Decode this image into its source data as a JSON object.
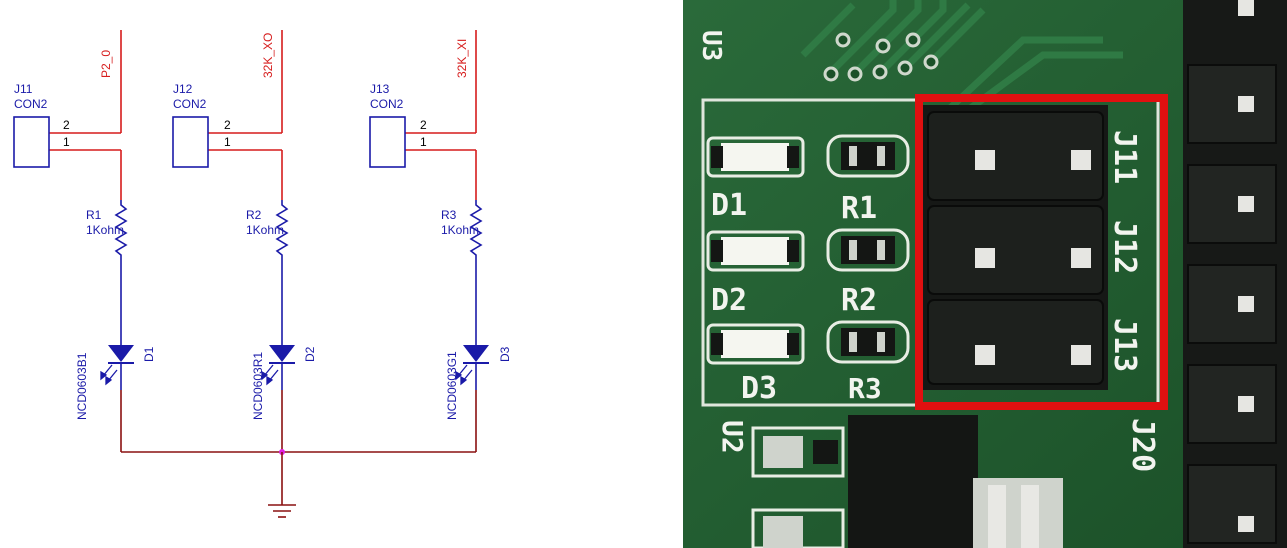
{
  "schematic": {
    "connectors": [
      {
        "ref": "J11",
        "type": "CON2",
        "net": "P2_0",
        "pin_top": "2",
        "pin_bottom": "1"
      },
      {
        "ref": "J12",
        "type": "CON2",
        "net": "32K_XO",
        "pin_top": "2",
        "pin_bottom": "1"
      },
      {
        "ref": "J13",
        "type": "CON2",
        "net": "32K_XI",
        "pin_top": "2",
        "pin_bottom": "1"
      }
    ],
    "resistors": [
      {
        "ref": "R1",
        "value": "1Kohm"
      },
      {
        "ref": "R2",
        "value": "1Kohm"
      },
      {
        "ref": "R3",
        "value": "1Kohm"
      }
    ],
    "leds": [
      {
        "ref": "D1",
        "part": "NCD0603B1"
      },
      {
        "ref": "D2",
        "part": "NCD0603R1"
      },
      {
        "ref": "D3",
        "part": "NCD0603G1"
      }
    ],
    "colors": {
      "component": "#1a1aa8",
      "wire": "#d61c1c",
      "ground_wire": "#8a1010",
      "junction": "#e020e0"
    }
  },
  "board": {
    "silkscreen": {
      "leds": [
        "D1",
        "D2",
        "D3"
      ],
      "resistors": [
        "R1",
        "R2",
        "R3"
      ],
      "jumpers": [
        "J11",
        "J12",
        "J13"
      ],
      "other": [
        "U2",
        "J20"
      ]
    },
    "colors": {
      "pcb": "#1f5a2e",
      "silk": "#f2f4ef",
      "highlight": "#e01010",
      "jumper": "#161816"
    }
  }
}
